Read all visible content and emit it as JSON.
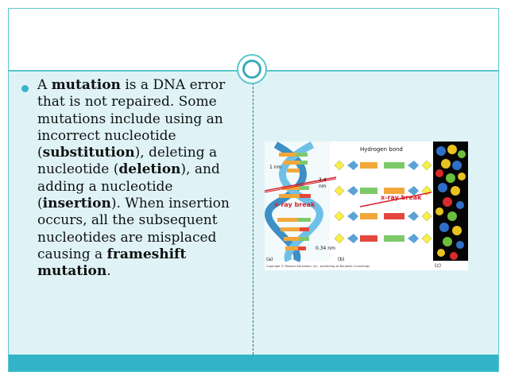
{
  "slide": {
    "paragraph": [
      {
        "text": "A ",
        "bold": false
      },
      {
        "text": "mutation",
        "bold": true
      },
      {
        "text": " is a DNA error that is not repaired. Some mutations include using an incorrect nucleotide (",
        "bold": false
      },
      {
        "text": "substitution",
        "bold": true
      },
      {
        "text": "), deleting a nucleotide (",
        "bold": false
      },
      {
        "text": "deletion",
        "bold": true
      },
      {
        "text": "), and adding a nucleotide (",
        "bold": false
      },
      {
        "text": "insertion",
        "bold": true
      },
      {
        "text": "). When insertion occurs, all the subsequent nucleotides are misplaced causing a ",
        "bold": false
      },
      {
        "text": "frameshift mutation",
        "bold": true
      },
      {
        "text": ".",
        "bold": false
      }
    ]
  },
  "figure": {
    "labels": {
      "hydrogen_bond": "Hydrogen bond",
      "xray_break_1": "x-ray break",
      "xray_break_2": "x-ray break",
      "one_nm": "1 nm",
      "three_four_nm": "3.4",
      "nm": "nm",
      "zero_three_four_nm": "0.34 nm",
      "panel_a": "(a)",
      "panel_b": "(b)",
      "panel_c": "(c)",
      "copyright": "Copyright © Pearson Education, Inc., publishing as Benjamin Cummings"
    },
    "colors": {
      "accent": "#31b4c7",
      "body_bg": "#dff3f7",
      "xray": "#d6202a"
    }
  }
}
